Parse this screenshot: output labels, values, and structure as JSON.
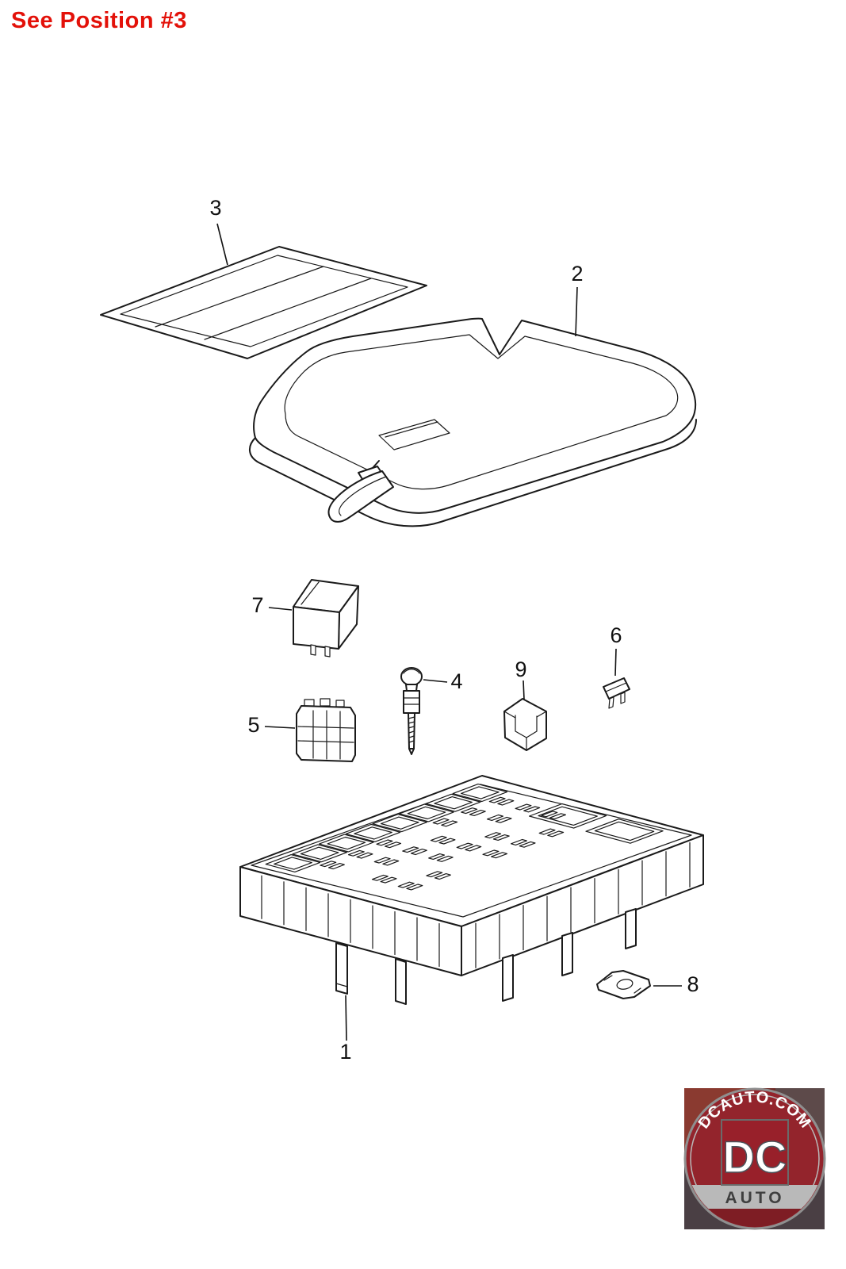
{
  "note": {
    "text": "See Position #3",
    "color": "#e31109"
  },
  "callouts": {
    "1": "1",
    "2": "2",
    "3": "3",
    "4": "4",
    "5": "5",
    "6": "6",
    "7": "7",
    "8": "8",
    "9": "9"
  },
  "logo": {
    "arc_text": "DCAUTO.COM",
    "brand": "DC",
    "sub": "AUTO"
  },
  "colors": {
    "ink": "#1a1a1a",
    "note_red": "#e31109",
    "logo_red": "#93242c",
    "logo_band": "#b9b9b9"
  }
}
